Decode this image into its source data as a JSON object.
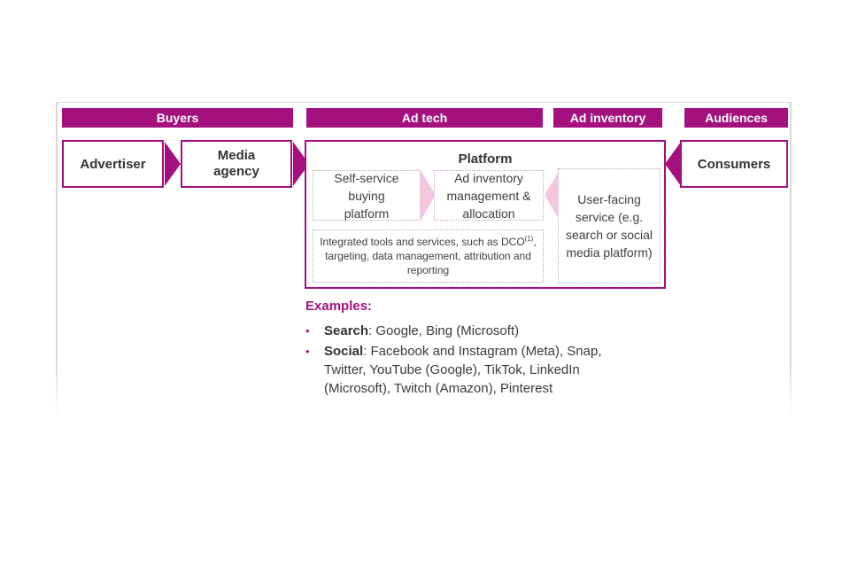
{
  "colors": {
    "magenta": "#A4107E",
    "pink": "#F5C6DF",
    "dash": "#C79FC2",
    "ink": "#3A3A3A",
    "frame": "#D9D9D9"
  },
  "headers": [
    {
      "label": "Buyers"
    },
    {
      "label": "Ad tech"
    },
    {
      "label": "Ad inventory"
    },
    {
      "label": "Audiences"
    }
  ],
  "flow": {
    "advertiser": "Advertiser",
    "media_agency": "Media agency",
    "consumers": "Consumers",
    "platform": {
      "title": "Platform",
      "self_service": "Self-service buying platform",
      "inventory_mgmt": "Ad inventory management & allocation",
      "tools_pre": "Integrated tools and services, such as DCO",
      "tools_sup": "(1)",
      "tools_post": ", targeting, data management, attribution and reporting",
      "user_facing": "User-facing service (e.g. search or social media platform)"
    }
  },
  "examples": {
    "heading": "Examples:",
    "bullet": "•",
    "items": [
      {
        "term": "Search",
        "rest": ": Google, Bing (Microsoft)"
      },
      {
        "term": "Social",
        "rest": ": Facebook and Instagram (Meta), Snap, Twitter, YouTube (Google), TikTok, LinkedIn (Microsoft), Twitch (Amazon), Pinterest"
      }
    ]
  }
}
